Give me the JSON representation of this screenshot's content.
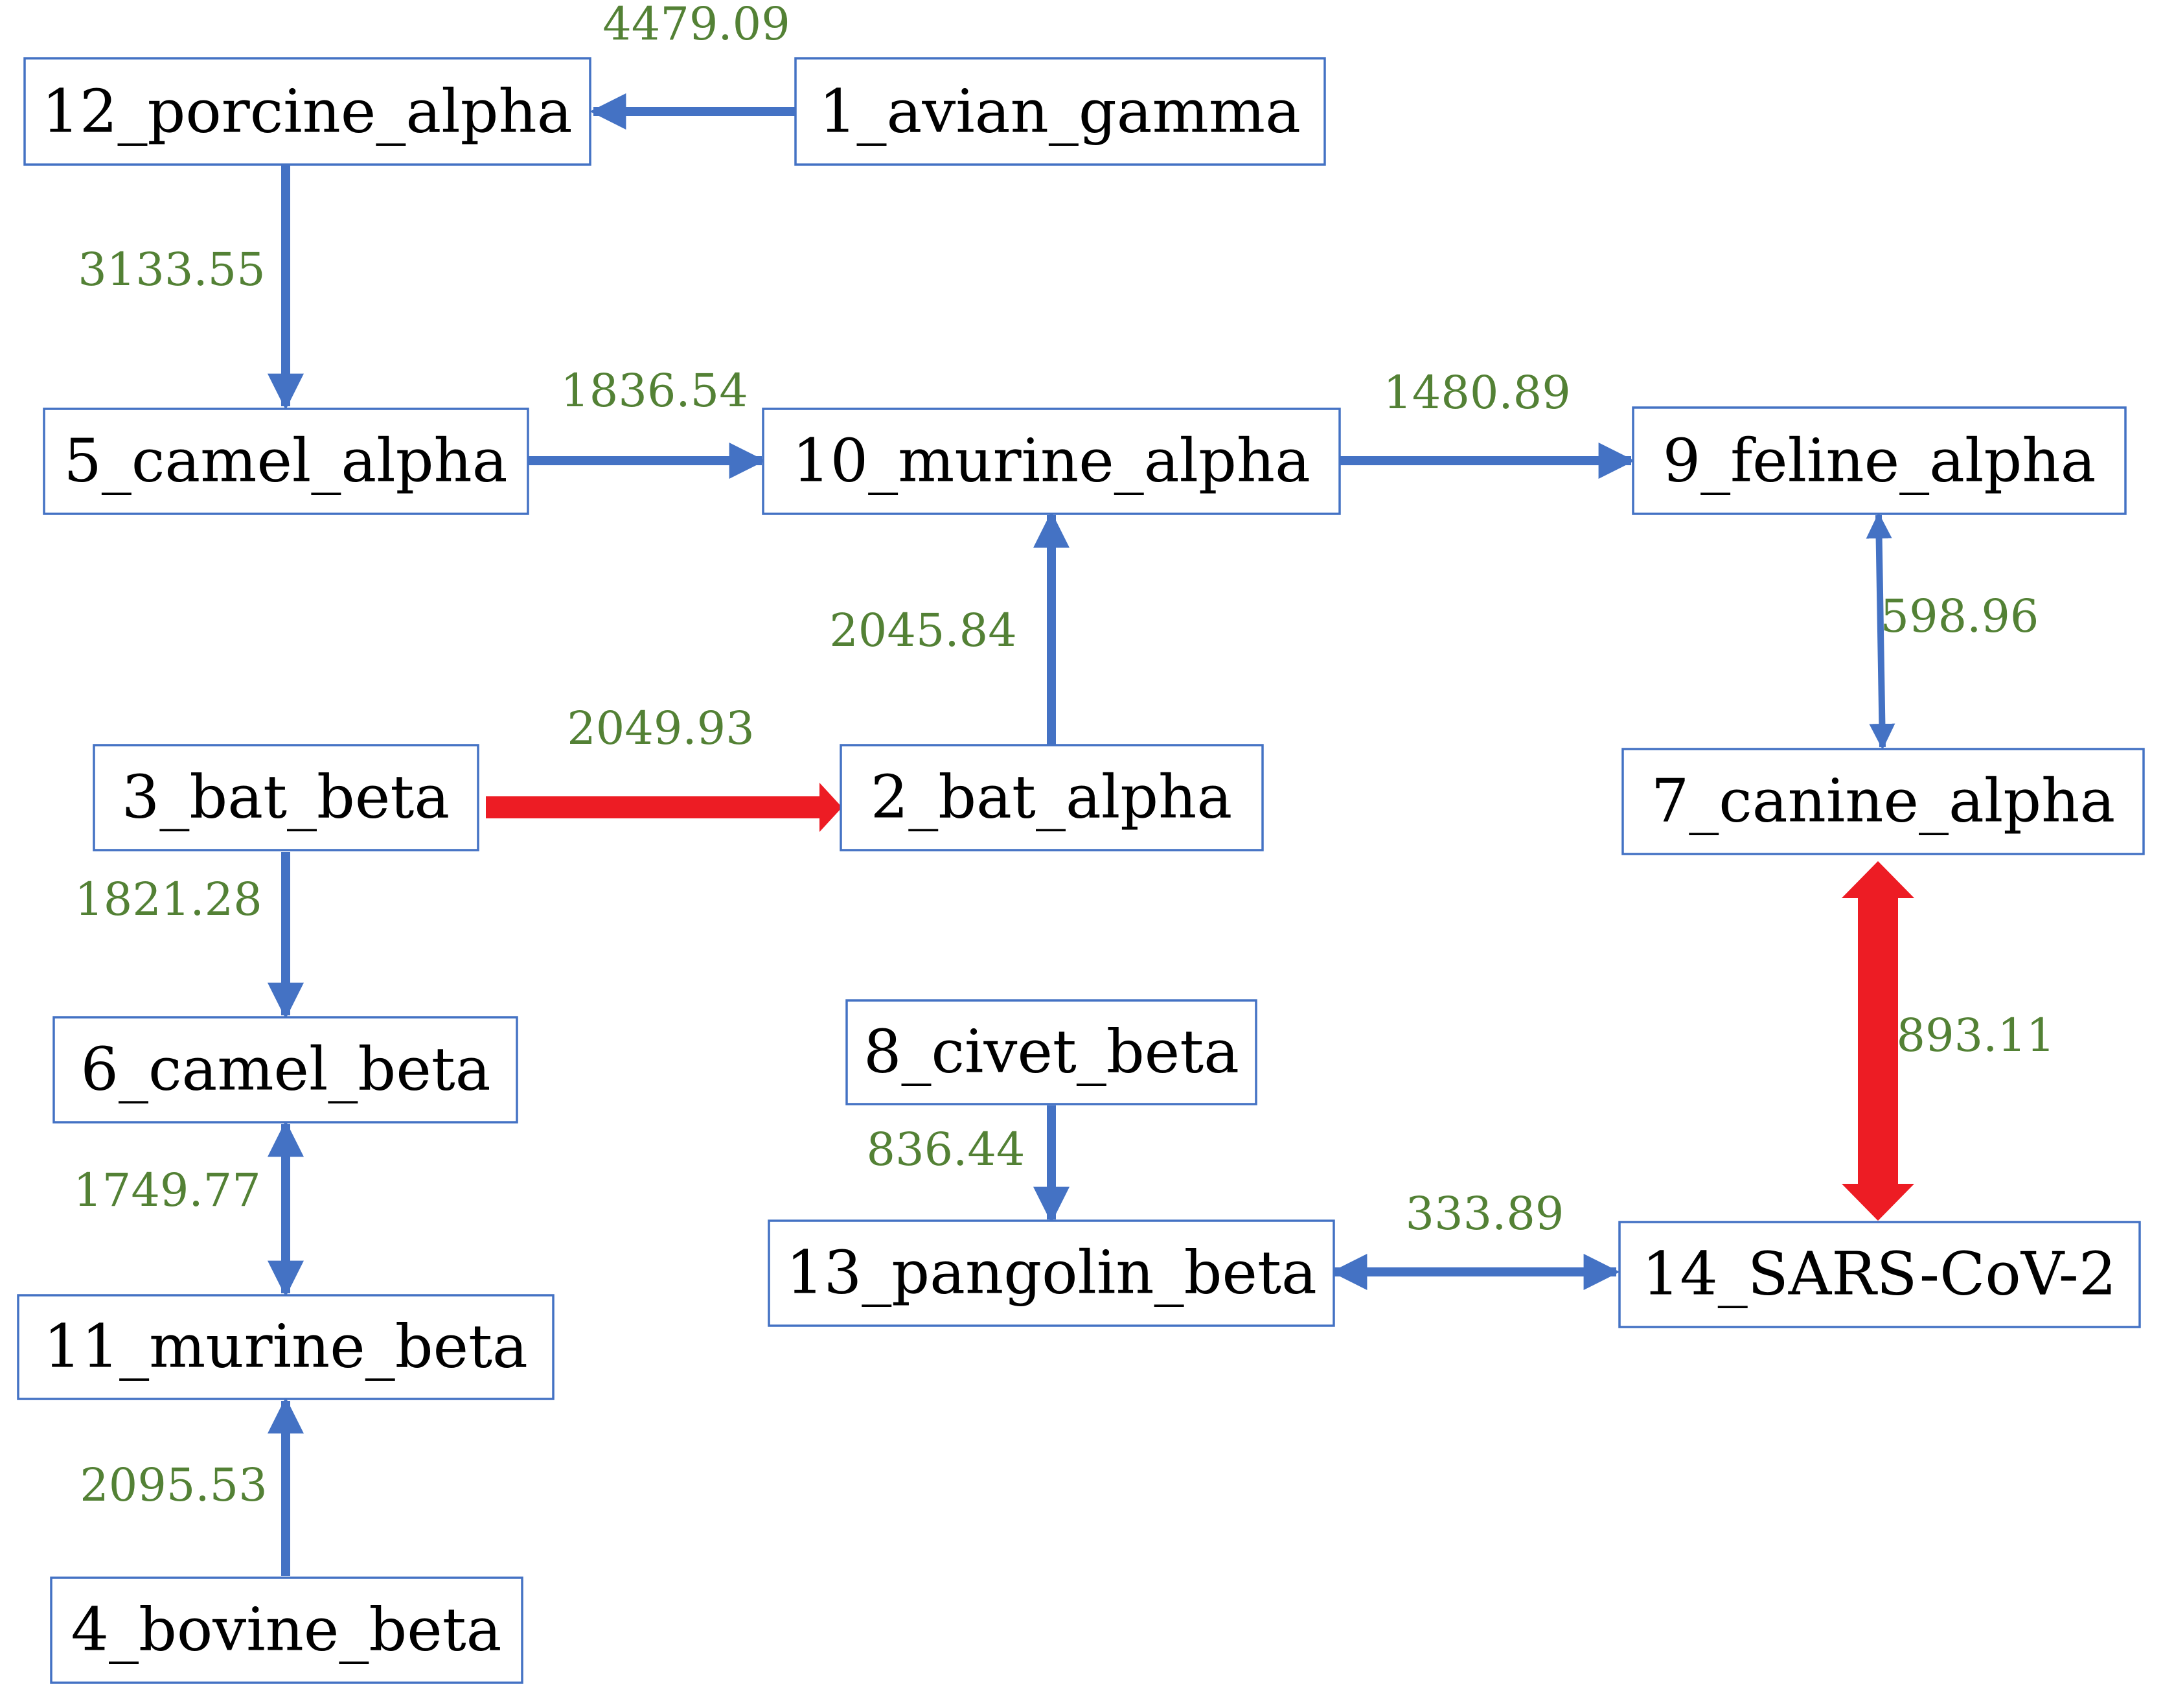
{
  "colors": {
    "box_border": "#4472c4",
    "arrow_blue": "#4472c4",
    "arrow_red": "#ed1c24",
    "weight_text": "#538135",
    "node_text": "#000000"
  },
  "nodes": [
    {
      "id": "n12",
      "label": "12_porcine_alpha"
    },
    {
      "id": "n1",
      "label": "1_avian_gamma"
    },
    {
      "id": "n5",
      "label": "5_camel_alpha"
    },
    {
      "id": "n10",
      "label": "10_murine_alpha"
    },
    {
      "id": "n9",
      "label": "9_feline_alpha"
    },
    {
      "id": "n3",
      "label": "3_bat_beta"
    },
    {
      "id": "n2",
      "label": "2_bat_alpha"
    },
    {
      "id": "n7",
      "label": "7_canine_alpha"
    },
    {
      "id": "n6",
      "label": "6_camel_beta"
    },
    {
      "id": "n8",
      "label": "8_civet_beta"
    },
    {
      "id": "n13",
      "label": "13_pangolin_beta"
    },
    {
      "id": "n14",
      "label": "14_SARS-CoV-2"
    },
    {
      "id": "n11",
      "label": "11_murine_beta"
    },
    {
      "id": "n4",
      "label": "4_bovine_beta"
    }
  ],
  "edges": [
    {
      "id": "e1",
      "from": "1_avian_gamma",
      "to": "12_porcine_alpha",
      "weight": "4479.09",
      "direction": "forward",
      "highlight": false
    },
    {
      "id": "e2",
      "from": "12_porcine_alpha",
      "to": "5_camel_alpha",
      "weight": "3133.55",
      "direction": "forward",
      "highlight": false
    },
    {
      "id": "e3",
      "from": "5_camel_alpha",
      "to": "10_murine_alpha",
      "weight": "1836.54",
      "direction": "forward",
      "highlight": false
    },
    {
      "id": "e4",
      "from": "10_murine_alpha",
      "to": "9_feline_alpha",
      "weight": "1480.89",
      "direction": "forward",
      "highlight": false
    },
    {
      "id": "e5",
      "from": "2_bat_alpha",
      "to": "10_murine_alpha",
      "weight": "2045.84",
      "direction": "forward",
      "highlight": false
    },
    {
      "id": "e6",
      "from": "9_feline_alpha",
      "to": "7_canine_alpha",
      "weight": "598.96",
      "direction": "bidirectional",
      "highlight": false
    },
    {
      "id": "e7",
      "from": "3_bat_beta",
      "to": "2_bat_alpha",
      "weight": "2049.93",
      "direction": "forward",
      "highlight": true
    },
    {
      "id": "e8",
      "from": "3_bat_beta",
      "to": "6_camel_beta",
      "weight": "1821.28",
      "direction": "forward",
      "highlight": false
    },
    {
      "id": "e9",
      "from": "7_canine_alpha",
      "to": "14_SARS-CoV-2",
      "weight": "893.11",
      "direction": "bidirectional",
      "highlight": true
    },
    {
      "id": "e10",
      "from": "6_camel_beta",
      "to": "11_murine_beta",
      "weight": "1749.77",
      "direction": "bidirectional",
      "highlight": false
    },
    {
      "id": "e11",
      "from": "8_civet_beta",
      "to": "13_pangolin_beta",
      "weight": "836.44",
      "direction": "forward",
      "highlight": false
    },
    {
      "id": "e12",
      "from": "13_pangolin_beta",
      "to": "14_SARS-CoV-2",
      "weight": "333.89",
      "direction": "bidirectional",
      "highlight": false
    },
    {
      "id": "e13",
      "from": "4_bovine_beta",
      "to": "11_murine_beta",
      "weight": "2095.53",
      "direction": "forward",
      "highlight": false
    }
  ]
}
